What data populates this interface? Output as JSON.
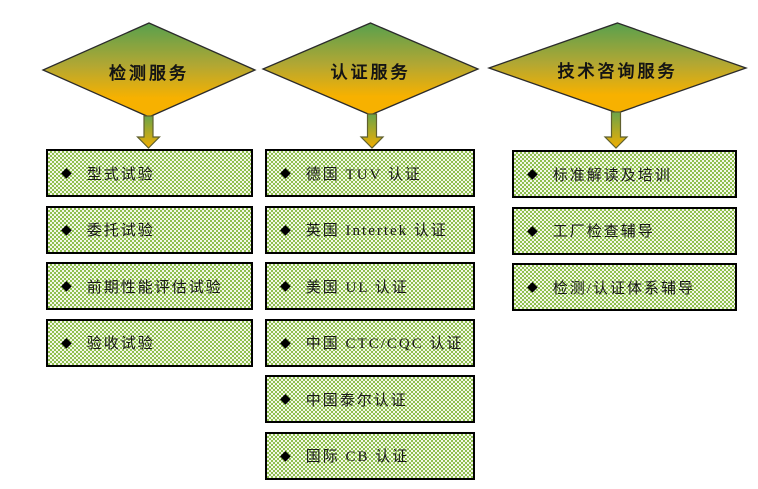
{
  "diagram": {
    "bullet": "◆",
    "colors": {
      "diamond_gradient_top": "#58a04e",
      "diamond_gradient_mid": "#b2a733",
      "diamond_gradient_bottom": "#f7b100",
      "arrow_gradient_top": "#6aa44a",
      "arrow_gradient_bottom": "#f2ae00",
      "box_pattern_green": "#8fbf4f",
      "box_pattern_light": "#f3f8e8",
      "box_border": "#000000",
      "shape_outline": "#2b2b2b",
      "arrow_outline": "#5f5f2d",
      "text": "#1a1a1a"
    },
    "columns": [
      {
        "header": "检测服务",
        "items": [
          "型式试验",
          "委托试验",
          "前期性能评估试验",
          "验收试验"
        ]
      },
      {
        "header": "认证服务",
        "items": [
          "德国 TUV 认证",
          "英国 Intertek 认证",
          "美国 UL 认证",
          "中国 CTC/CQC 认证",
          "中国泰尔认证",
          "国际 CB 认证"
        ]
      },
      {
        "header": "技术咨询服务",
        "items": [
          "标准解读及培训",
          "工厂检查辅导",
          "检测/认证体系辅导"
        ]
      }
    ]
  }
}
